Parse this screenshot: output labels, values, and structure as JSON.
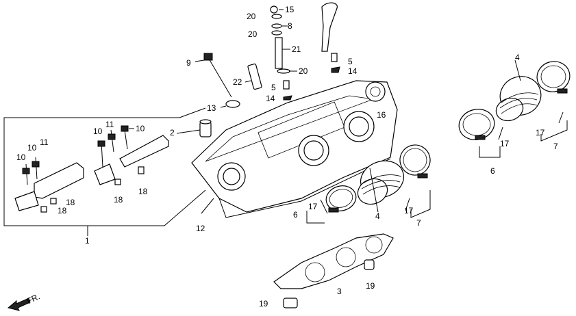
{
  "callouts": {
    "c1": "1",
    "c2": "2",
    "c3": "3",
    "c4a": "4",
    "c4b": "4",
    "c5a": "5",
    "c5b": "5",
    "c6a": "6",
    "c6b": "6",
    "c7a": "7",
    "c7b": "7",
    "c8": "8",
    "c9": "9",
    "c10a": "10",
    "c10b": "10",
    "c10c": "10",
    "c10d": "10",
    "c11a": "11",
    "c11b": "11",
    "c12": "12",
    "c13": "13",
    "c14a": "14",
    "c14b": "14",
    "c15": "15",
    "c16": "16",
    "c17a": "17",
    "c17b": "17",
    "c17c": "17",
    "c17d": "17",
    "c18a": "18",
    "c18b": "18",
    "c18c": "18",
    "c18d": "18",
    "c19a": "19",
    "c19b": "19",
    "c20a": "20",
    "c20b": "20",
    "c20c": "20",
    "c21": "21",
    "c22": "22"
  },
  "direction_label": "FR."
}
